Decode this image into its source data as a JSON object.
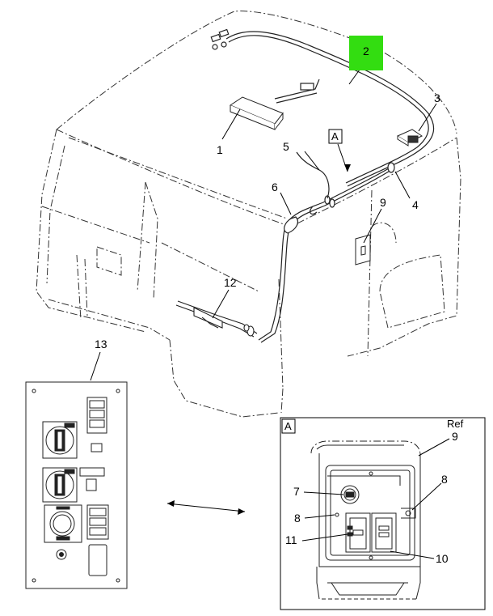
{
  "callouts": {
    "c1": "1",
    "c2": "2",
    "c3": "3",
    "c4": "4",
    "c5": "5",
    "c6": "6",
    "c9": "9",
    "c12": "12",
    "c13": "13",
    "d7": "7",
    "d8a": "8",
    "d8b": "8",
    "d11": "11",
    "d10": "10",
    "d9": "9"
  },
  "view_letter_main": "A",
  "view_letter_detail": "A",
  "ref_label": "Ref",
  "highlight_color": "#33dd11",
  "footer_left": "",
  "footer_right": ""
}
